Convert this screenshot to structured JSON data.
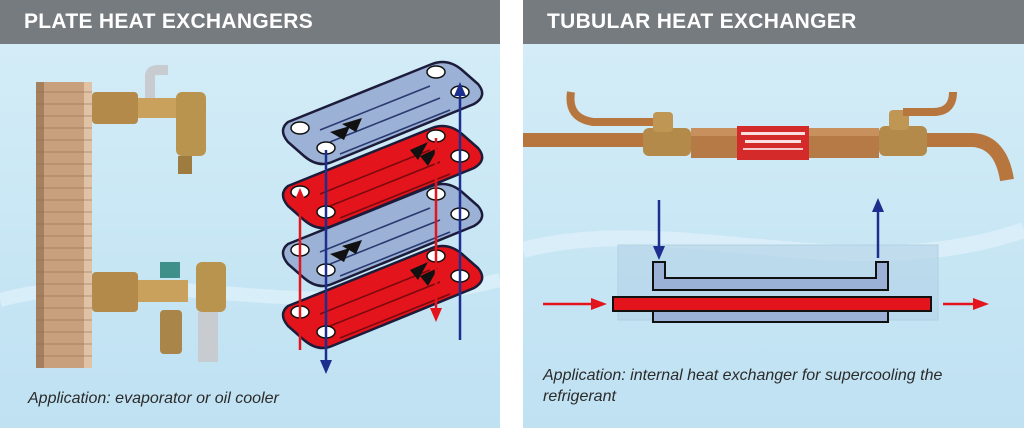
{
  "panels": {
    "left": {
      "title": "PLATE HEAT EXCHANGERS",
      "caption": "Application: evaporator or oil cooler"
    },
    "right": {
      "title": "TUBULAR HEAT EXCHANGER",
      "caption": "Application: internal heat exchanger for supercooling the refrigerant"
    }
  },
  "colors": {
    "header_bg": "#767b80",
    "panel_bg": "#c7e6f4",
    "hot_plate": "#e3141b",
    "cold_plate": "#9bb1d6",
    "arrow_hot": "#e3141b",
    "arrow_cold": "#1c2f8f",
    "copper": "#b8763f",
    "brass": "#b48a4a"
  }
}
